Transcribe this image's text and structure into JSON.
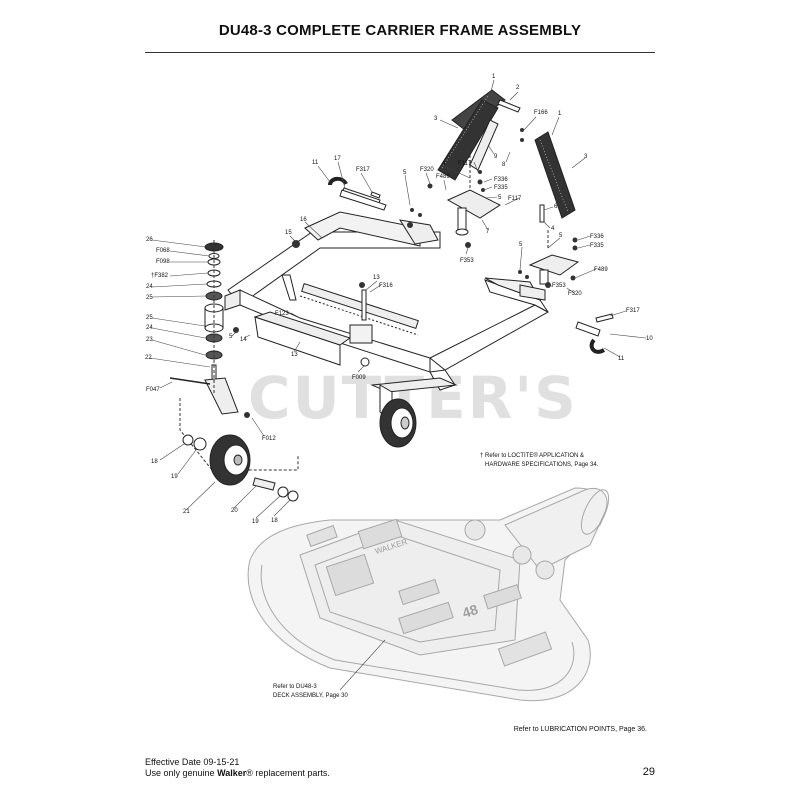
{
  "title": "DU48-3 COMPLETE CARRIER FRAME ASSEMBLY",
  "watermark": "CUTTER'S",
  "callouts": [
    {
      "id": "c1a",
      "label": "1"
    },
    {
      "id": "c2",
      "label": "2"
    },
    {
      "id": "cF166",
      "label": "F166"
    },
    {
      "id": "c1b",
      "label": "1"
    },
    {
      "id": "c3a",
      "label": "3"
    },
    {
      "id": "c9",
      "label": "9"
    },
    {
      "id": "cF117a",
      "label": "F117"
    },
    {
      "id": "c8",
      "label": "8"
    },
    {
      "id": "c3b",
      "label": "3"
    },
    {
      "id": "c11a",
      "label": "11"
    },
    {
      "id": "c17",
      "label": "17"
    },
    {
      "id": "cF317a",
      "label": "F317"
    },
    {
      "id": "cF320a",
      "label": "F320"
    },
    {
      "id": "c4a",
      "label": "4"
    },
    {
      "id": "cF336a",
      "label": "F336"
    },
    {
      "id": "cF335a",
      "label": "F335"
    },
    {
      "id": "cF489a",
      "label": "F489"
    },
    {
      "id": "c5a",
      "label": "5"
    },
    {
      "id": "c5b",
      "label": "5"
    },
    {
      "id": "cF117b",
      "label": "F117"
    },
    {
      "id": "c6",
      "label": "6"
    },
    {
      "id": "c4b",
      "label": "4"
    },
    {
      "id": "c7",
      "label": "7"
    },
    {
      "id": "c16",
      "label": "16"
    },
    {
      "id": "c15",
      "label": "15"
    },
    {
      "id": "cF353a",
      "label": "F353"
    },
    {
      "id": "c26",
      "label": "26"
    },
    {
      "id": "cF068",
      "label": "F068"
    },
    {
      "id": "cF098",
      "label": "F098"
    },
    {
      "id": "cF382",
      "label": "†F382"
    },
    {
      "id": "c24a",
      "label": "24"
    },
    {
      "id": "c25a",
      "label": "25"
    },
    {
      "id": "c5c",
      "label": "5"
    },
    {
      "id": "cF336b",
      "label": "F336"
    },
    {
      "id": "cF335b",
      "label": "F335"
    },
    {
      "id": "c5d",
      "label": "5"
    },
    {
      "id": "cF489b",
      "label": "F489"
    },
    {
      "id": "c13a",
      "label": "13"
    },
    {
      "id": "cF316",
      "label": "F316"
    },
    {
      "id": "cF353b",
      "label": "F353"
    },
    {
      "id": "cF320b",
      "label": "F320"
    },
    {
      "id": "cF317b",
      "label": "F317"
    },
    {
      "id": "cF123",
      "label": "F123"
    },
    {
      "id": "c25b",
      "label": "25"
    },
    {
      "id": "c24b",
      "label": "24"
    },
    {
      "id": "c23",
      "label": "23"
    },
    {
      "id": "c14",
      "label": "14"
    },
    {
      "id": "c5e",
      "label": "5"
    },
    {
      "id": "c10",
      "label": "10"
    },
    {
      "id": "c11b",
      "label": "11"
    },
    {
      "id": "c13b",
      "label": "13"
    },
    {
      "id": "c22",
      "label": "22"
    },
    {
      "id": "cF047",
      "label": "F047"
    },
    {
      "id": "cF009",
      "label": "F009"
    },
    {
      "id": "cF012",
      "label": "F012"
    },
    {
      "id": "c18a",
      "label": "18"
    },
    {
      "id": "c19a",
      "label": "19"
    },
    {
      "id": "c21",
      "label": "21"
    },
    {
      "id": "c20",
      "label": "20"
    },
    {
      "id": "c19b",
      "label": "19"
    },
    {
      "id": "c18b",
      "label": "18"
    }
  ],
  "loctite_note": {
    "line1": "† Refer to LOCTITE® APPLICATION &",
    "line2": "HARDWARE SPECIFICATIONS, Page 34."
  },
  "deck_note": {
    "line1": "Refer to DU48-3",
    "line2": "DECK ASSEMBLY, Page 30"
  },
  "deck_badge": "48",
  "deck_brand": "WALKER",
  "lubrication_note": "Refer to LUBRICATION POINTS, Page 36.",
  "footer": {
    "effective_date": "Effective Date 09-15-21",
    "use_prefix": "Use only genuine ",
    "use_brand": "Walker",
    "use_suffix": "® replacement parts.",
    "page_number": "29"
  }
}
